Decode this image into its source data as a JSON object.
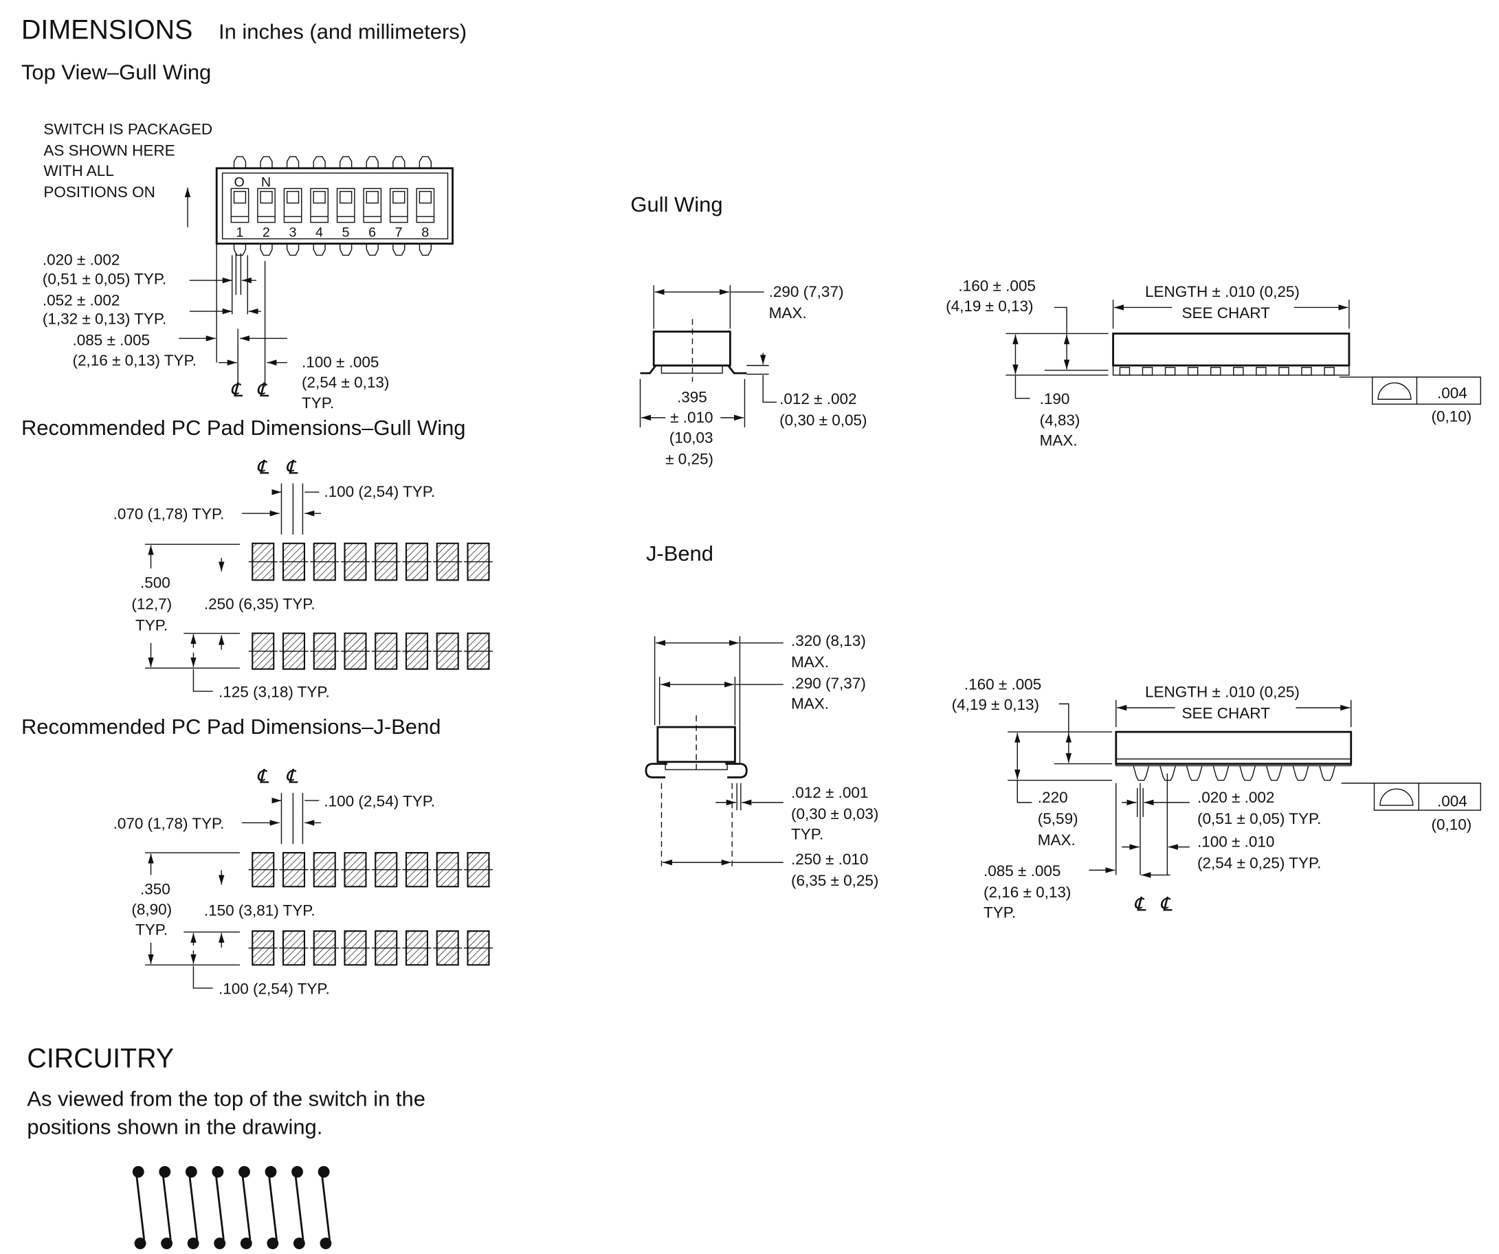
{
  "header": {
    "title": "DIMENSIONS",
    "subtitle": "In inches (and millimeters)"
  },
  "centerline": "℄",
  "top_view": {
    "title": "Top View–Gull Wing",
    "note": [
      "SWITCH IS PACKAGED",
      "AS SHOWN HERE",
      "WITH ALL",
      "POSITIONS ON"
    ],
    "on_label": [
      "O",
      "N"
    ],
    "positions": [
      "1",
      "2",
      "3",
      "4",
      "5",
      "6",
      "7",
      "8"
    ],
    "dims": {
      "lead_width": [
        ".020 ± .002",
        "(0,51 ± 0,05) TYP."
      ],
      "lead_foot": [
        ".052 ± .002",
        "(1,32 ± 0,13) TYP."
      ],
      "edge_to_cl": [
        ".085 ± .005",
        "(2,16 ± 0,13) TYP."
      ],
      "pitch": [
        ".100 ± .005",
        "(2,54 ± 0,13)",
        "TYP."
      ]
    }
  },
  "pads_gull": {
    "title": "Recommended PC Pad Dimensions–Gull Wing",
    "pitch": ".100 (2,54) TYP.",
    "pad_width": ".070 (1,78) TYP.",
    "row_span": [
      ".500",
      "(12,7)",
      "TYP."
    ],
    "pad_length": ".250 (6,35) TYP.",
    "gap": ".125 (3,18) TYP."
  },
  "pads_jbend": {
    "title": "Recommended PC Pad Dimensions–J-Bend",
    "pitch": ".100 (2,54) TYP.",
    "pad_width": ".070 (1,78) TYP.",
    "row_span": [
      ".350",
      "(8,90)",
      "TYP."
    ],
    "pad_length": ".150 (3,81) TYP.",
    "gap": ".100 (2,54) TYP."
  },
  "circuitry": {
    "title": "CIRCUITRY",
    "description": [
      "As viewed from the top of the switch in the",
      "positions shown in the drawing."
    ],
    "switch_count": 8
  },
  "gull_wing": {
    "title": "Gull Wing",
    "body_width": [
      ".290 (7,37)",
      "MAX."
    ],
    "overall": [
      ".395",
      "± .010",
      "(10,03",
      "± 0,25)"
    ],
    "lead_thickness": [
      ".012 ± .002",
      "(0,30 ± 0,05)"
    ],
    "standoff": [
      ".160 ± .005",
      "(4,19 ± 0,13)"
    ],
    "length": [
      "LENGTH ± .010 (0,25)",
      "SEE CHART"
    ],
    "height": [
      ".190",
      "(4,83)",
      "MAX."
    ],
    "flatness": [
      ".004",
      "(0,10)"
    ]
  },
  "j_bend": {
    "title": "J-Bend",
    "overall": [
      ".320 (8,13)",
      "MAX."
    ],
    "body_width": [
      ".290 (7,37)",
      "MAX."
    ],
    "lead_thickness": [
      ".012 ± .001",
      "(0,30 ± 0,03)",
      "TYP."
    ],
    "lead_span": [
      ".250 ± .010",
      "(6,35 ± 0,25)"
    ],
    "standoff": [
      ".160 ± .005",
      "(4,19 ± 0,13)"
    ],
    "length": [
      "LENGTH ± .010 (0,25)",
      "SEE CHART"
    ],
    "height": [
      ".220",
      "(5,59)",
      "MAX."
    ],
    "lead_width": [
      ".020 ± .002",
      "(0,51 ± 0,05) TYP."
    ],
    "pitch": [
      ".100 ± .010",
      "(2,54 ± 0,25) TYP."
    ],
    "edge_to_cl": [
      ".085 ± .005",
      "(2,16 ± 0,13)",
      "TYP."
    ],
    "flatness": [
      ".004",
      "(0,10)"
    ]
  }
}
